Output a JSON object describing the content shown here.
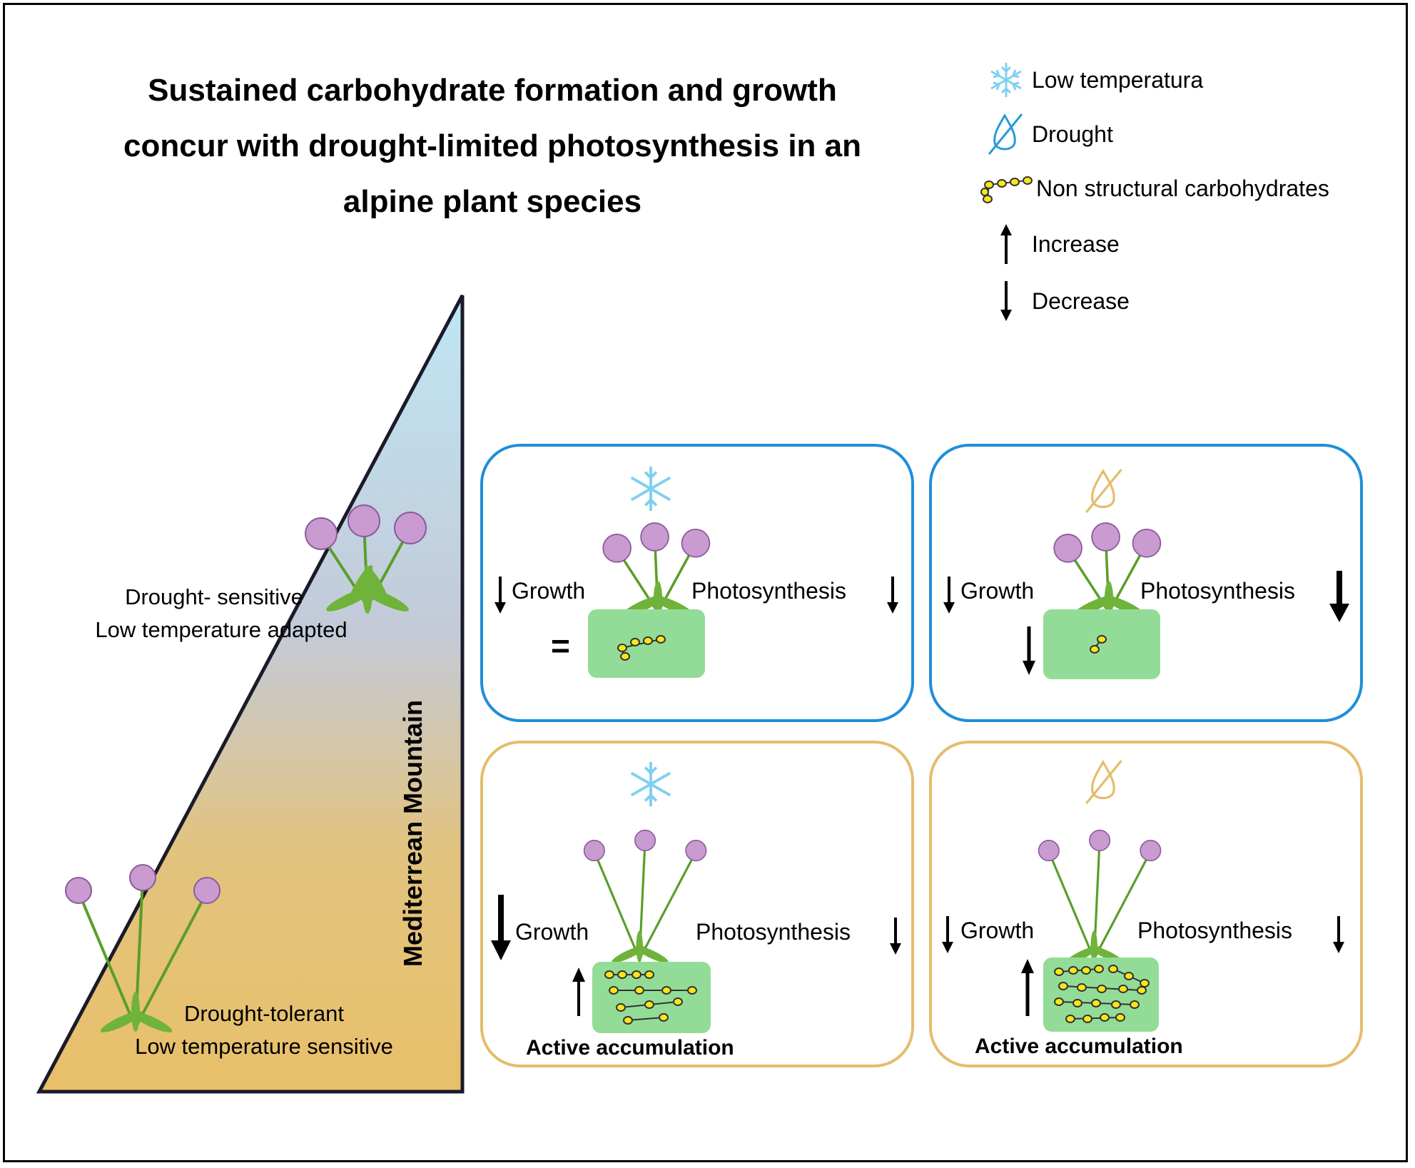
{
  "title": {
    "line1": "Sustained carbohydrate formation and growth",
    "line2": "concur with drought-limited photosynthesis in an",
    "line3": "alpine plant species"
  },
  "legend": {
    "low_temp": "Low temperatura",
    "drought": "Drought",
    "nsc": "Non structural carbohydrates",
    "increase": "Increase",
    "decrease": "Decrease"
  },
  "gradient": {
    "axis_label": "Mediterrean Mountain",
    "top_line1": "Drought- sensitive",
    "top_line2": "Low temperature adapted",
    "bottom_line1": "Drought-tolerant",
    "bottom_line2": "Low temperature sensitive",
    "top_color": "#b8e2f2",
    "bottom_color": "#e8c06a"
  },
  "panels": {
    "growth": "Growth",
    "photosynthesis": "Photosynthesis",
    "equal_sign": "=",
    "accumulation": "Active accumulation"
  },
  "colors": {
    "blue_border": "#1f8ed8",
    "gold_border": "#e4bd6c",
    "nsc_box": "#93dc97",
    "snowflake": "#7fd0ee"
  }
}
